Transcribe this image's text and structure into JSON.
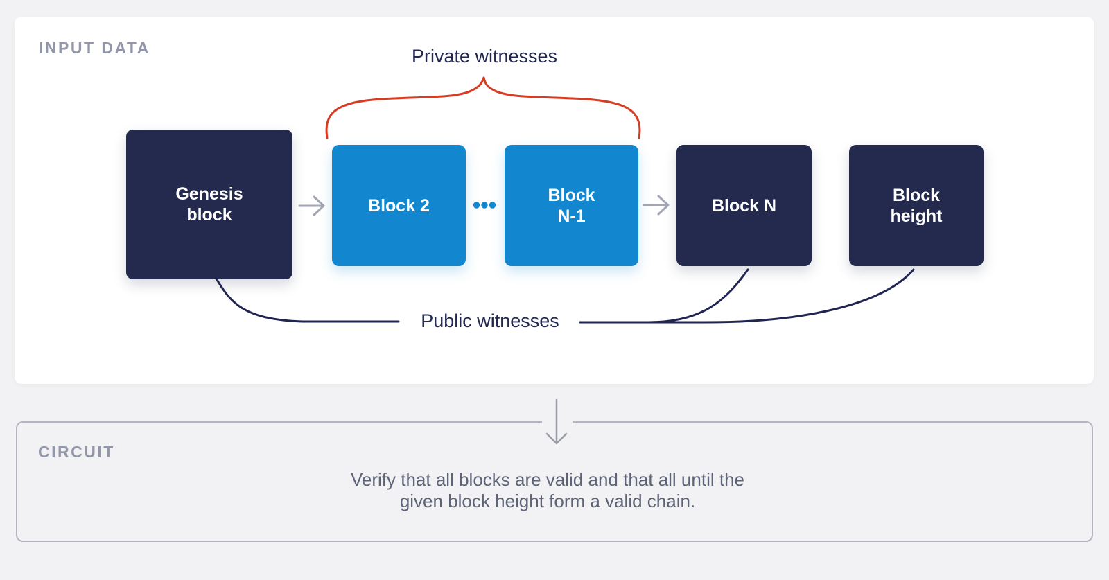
{
  "input_panel": {
    "label": "INPUT DATA",
    "private_witnesses_label": "Private witnesses",
    "public_witnesses_label": "Public witnesses",
    "blocks": [
      {
        "id": "genesis-block",
        "lines": [
          "Genesis",
          "block"
        ],
        "witness_type": "public",
        "color": "#232a4e"
      },
      {
        "id": "block-2",
        "lines": [
          "Block 2"
        ],
        "witness_type": "private",
        "color": "#1287d0"
      },
      {
        "id": "block-n-1",
        "lines": [
          "Block",
          "N-1"
        ],
        "witness_type": "private",
        "color": "#1287d0"
      },
      {
        "id": "block-n",
        "lines": [
          "Block N"
        ],
        "witness_type": "public",
        "color": "#232a4e"
      },
      {
        "id": "block-height",
        "lines": [
          "Block",
          "height"
        ],
        "witness_type": "public",
        "color": "#232a4e"
      }
    ],
    "icons": {
      "ellipsis_icon": "•••",
      "arrow_right_icon": "→"
    }
  },
  "circuit_panel": {
    "label": "CIRCUIT",
    "description_lines": [
      "Verify that all blocks are valid and that all until the",
      "given block height form a valid chain."
    ],
    "arrow_down_icon": "↓"
  },
  "colors": {
    "page_bg": "#f2f2f4",
    "card_bg": "#ffffff",
    "navy_block": "#232a4e",
    "blue_block": "#1287d0",
    "navy_line": "#1f2450",
    "red_brace": "#d63c22",
    "gray_arrow": "#a2a6b3",
    "section_label_gray": "#9196a8",
    "description_gray": "#5e6477",
    "circuit_border": "#b3b6c0"
  }
}
